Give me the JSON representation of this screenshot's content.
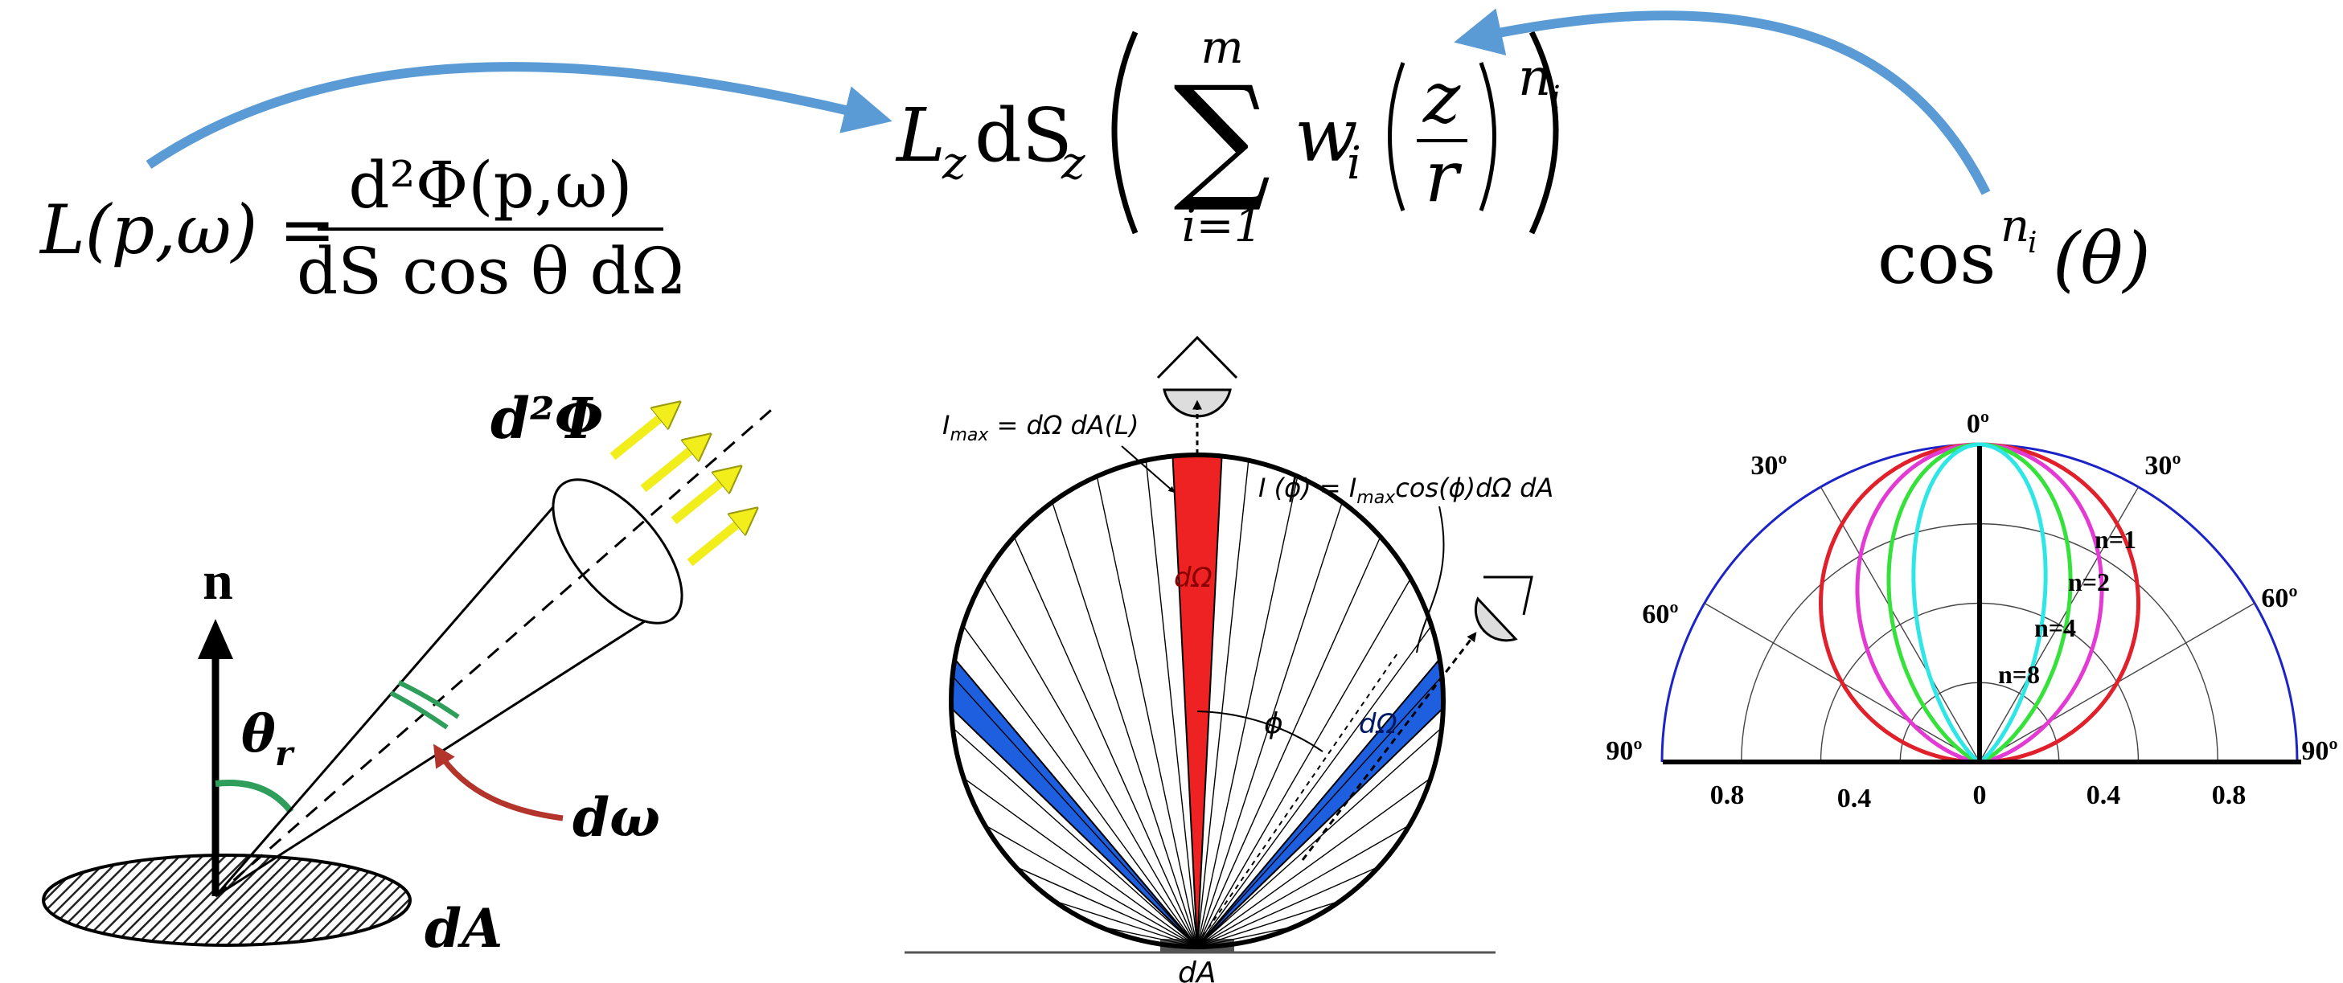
{
  "formulas": {
    "radiance_lhs": "L(p,ω) =",
    "radiance_numerator": "d²Φ(p,ω)",
    "radiance_denominator": "dS cos θ dΩ",
    "model_prefix": "L",
    "model_prefix_sub": "z",
    "model_dS": "dS",
    "model_dS_sub": "z",
    "sum_upper": "m",
    "sum_lower": "i=1",
    "weight": "w",
    "weight_sub": "i",
    "frac_num": "z",
    "frac_den": "r",
    "exp": "n",
    "exp_sub": "i",
    "cos_term": "cos",
    "cos_exp": "n",
    "cos_exp_sub": "i",
    "cos_arg": "(θ)"
  },
  "cone_diagram": {
    "flux_label": "d²Φ",
    "normal_label": "n",
    "theta_label": "θ",
    "theta_sub": "r",
    "omega_label": "dω",
    "area_label": "dA"
  },
  "sphere_diagram": {
    "imax_label": "I",
    "imax_sub": "max",
    "imax_rest": " = dΩ dA(L)",
    "intensity_label_a": "I (ϕ) = I",
    "intensity_sub": "max",
    "intensity_label_b": "cos(ϕ)dΩ dA",
    "domega_top": "dΩ",
    "domega_side": "dΩ",
    "phi_label": "ϕ",
    "area_label": "dA"
  },
  "polar_chart": {
    "angle_labels": [
      "0º",
      "30º",
      "30º",
      "60º",
      "60º",
      "90º",
      "90º"
    ],
    "axis_ticks": [
      "0.8",
      "0.4",
      "0",
      "0.4",
      "0.8"
    ],
    "curve_labels": [
      "n=1",
      "n=2",
      "n=4",
      "n=8"
    ]
  },
  "chart_data": {
    "type": "polar",
    "title": "",
    "radial_ticks": [
      0.8,
      0.4,
      0,
      0.4,
      0.8
    ],
    "angular_ticks_deg": [
      0,
      30,
      60,
      90
    ],
    "series": [
      {
        "name": "n=1",
        "exponent": 1,
        "color": "#e0202a"
      },
      {
        "name": "n=2",
        "exponent": 2,
        "color": "#e23ad2"
      },
      {
        "name": "n=4",
        "exponent": 4,
        "color": "#35e13a"
      },
      {
        "name": "n=8",
        "exponent": 8,
        "color": "#2ee6e6"
      }
    ],
    "outer_boundary_color": "#1c24c8"
  },
  "colors": {
    "arrow": "#5b9bd5",
    "red_sector": "#ee2222",
    "blue_sector": "#1e5fe0",
    "flux_arrows": "#f1ee1c",
    "theta_arc": "#2f9e5b",
    "omega_arrow": "#b2342a"
  }
}
